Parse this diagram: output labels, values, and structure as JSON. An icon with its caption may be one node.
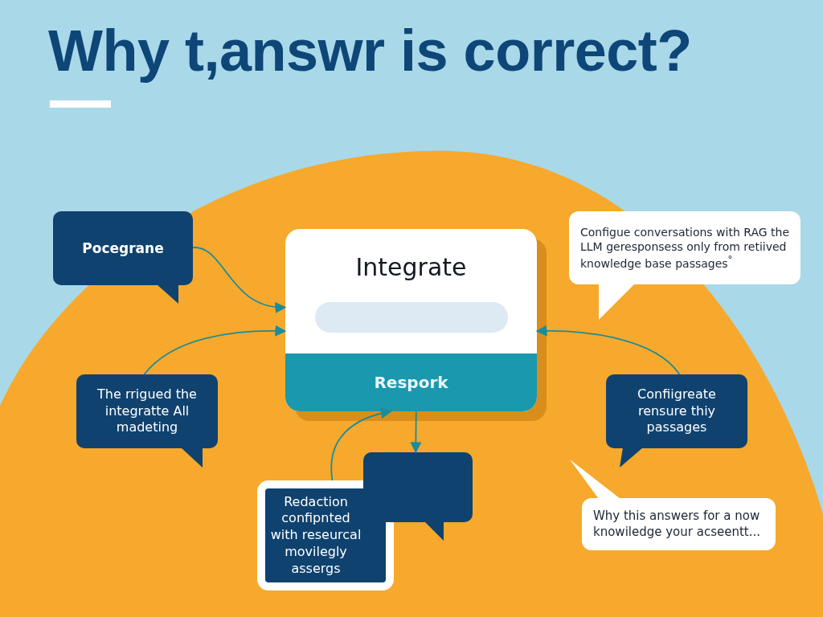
{
  "diagram": {
    "title": "Why t,answr is correct?",
    "nodes": [
      {
        "text": [
          "Pocegrane"
        ]
      },
      {
        "text": [
          "Integrate",
          "Respork"
        ]
      },
      {
        "text": [
          "The rrigued the integratte All madeting"
        ]
      },
      {
        "text": [
          "Configue conversations with RAG the LLM geresponsess only from retiived knowledge base passages$^{°}$"
        ]
      },
      {
        "text": [
          "Confiigreate rensure thiy passages"
        ]
      },
      {
        "text": [
          "Why this answers for a now knowiledge your acseentt..."
        ]
      },
      {
        "text": [
          "Redaction confipnted with reseurcal movilegly assergs"
        ]
      },
      {
        "text": [],
        "shape": "box"
      }
    ],
    "edges": [
      {
        "from": 0,
        "to": 1,
        "arrow": "to"
      },
      {
        "from": 2,
        "to": 1,
        "arrow": "to"
      },
      {
        "from": 4,
        "to": 1,
        "arrow": "to"
      },
      {
        "from": 1,
        "to": 7,
        "arrow": "to"
      },
      {
        "from": 6,
        "to": 1,
        "arrow": "to"
      }
    ]
  }
}
